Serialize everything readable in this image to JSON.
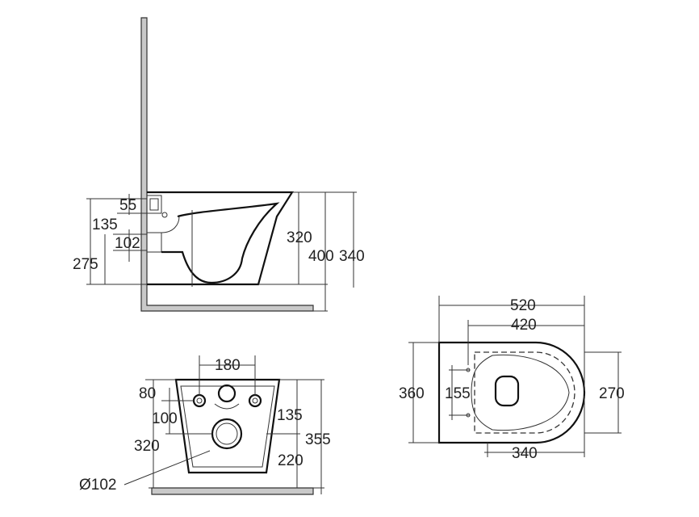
{
  "side_view": {
    "dims": {
      "d55": "55",
      "d135": "135",
      "d102": "102",
      "d275": "275",
      "d320": "320",
      "d400": "400",
      "d340": "340"
    }
  },
  "back_view": {
    "dims": {
      "d180": "180",
      "d80": "80",
      "d100": "100",
      "d320": "320",
      "d135": "135",
      "d355": "355",
      "d220": "220",
      "diameter": "Ø102"
    }
  },
  "top_view": {
    "dims": {
      "d520": "520",
      "d420": "420",
      "d360": "360",
      "d155": "155",
      "d270": "270",
      "d340": "340"
    }
  }
}
